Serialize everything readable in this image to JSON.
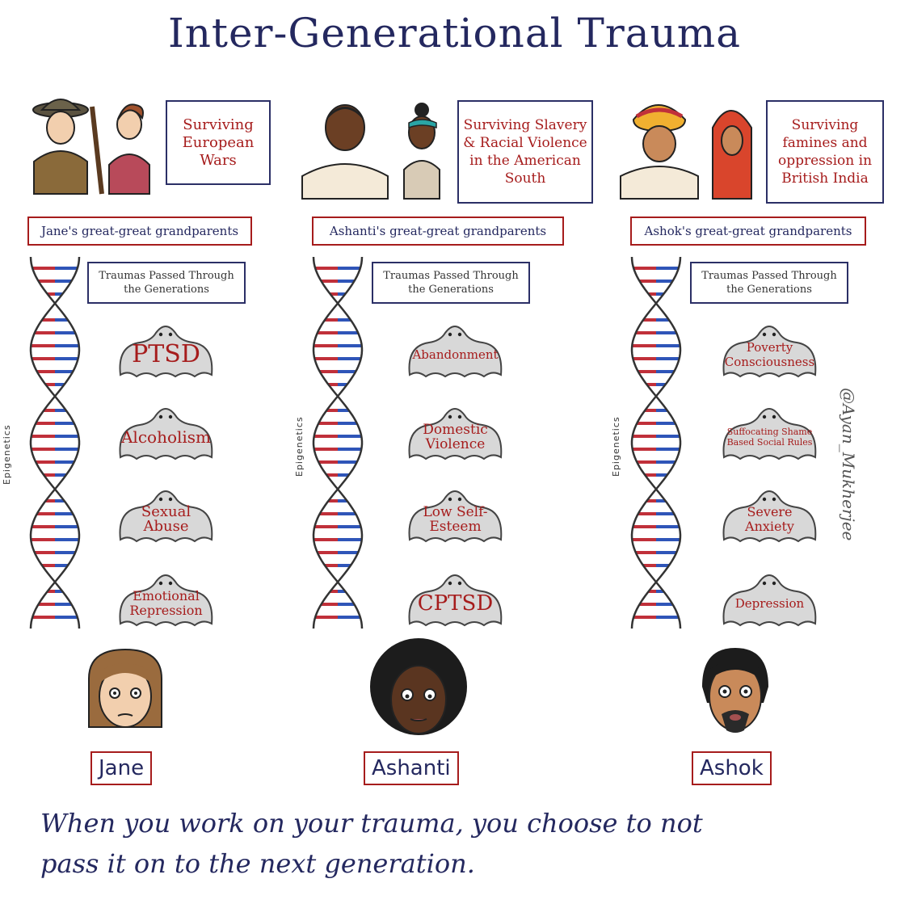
{
  "title": "Inter-Generational Trauma",
  "columns": [
    {
      "event": "Surviving European Wars",
      "grandparents": "Jane's great-great grandparents",
      "passed": "Traumas Passed Through the Generations",
      "epigenetics": "Epigenetics",
      "traumas": [
        "PTSD",
        "Alcoholism",
        "Sexual Abuse",
        "Emotional Repression"
      ],
      "name": "Jane"
    },
    {
      "event": "Surviving Slavery & Racial Violence in the American South",
      "grandparents": "Ashanti's great-great grandparents",
      "passed": "Traumas Passed Through the Generations",
      "epigenetics": "Epigenetics",
      "traumas": [
        "Abandonment",
        "Domestic Violence",
        "Low Self-Esteem",
        "CPTSD"
      ],
      "name": "Ashanti"
    },
    {
      "event": "Surviving famines and oppression in British India",
      "grandparents": "Ashok's great-great grandparents",
      "passed": "Traumas Passed Through the Generations",
      "epigenetics": "Epigenetics",
      "traumas": [
        "Poverty Consciousness",
        "Suffocating Shame Based Social Rules",
        "Severe Anxiety",
        "Depression"
      ],
      "name": "Ashok"
    }
  ],
  "footer": {
    "line1": "When you work on your trauma, you choose to not",
    "line2": "pass it on to the next generation."
  },
  "credit": "@Ayan_Mukherjee",
  "colors": {
    "navy": "#24285f",
    "red": "#a61c1c",
    "ghost": "#d8d8d8",
    "dna_red": "#c0303a",
    "dna_blue": "#2f55b8"
  }
}
